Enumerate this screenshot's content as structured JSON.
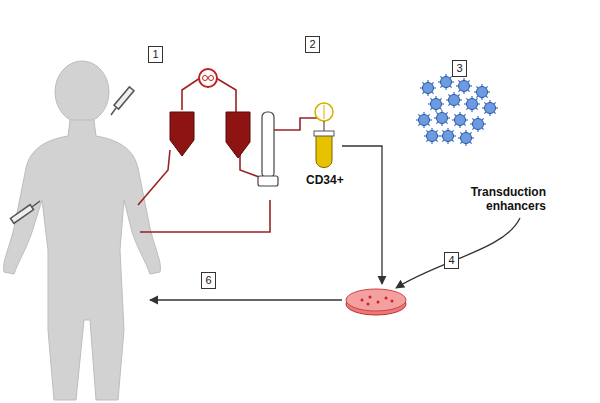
{
  "diagram": {
    "nodes": [
      {
        "text": [
          "1"
        ]
      },
      {
        "text": [
          "2"
        ]
      },
      {
        "text": [
          "3"
        ]
      },
      {
        "text": [
          "4"
        ]
      },
      {
        "text": [
          "6"
        ]
      }
    ],
    "labels": [
      "CD34+",
      "Transduction enhancers"
    ]
  }
}
